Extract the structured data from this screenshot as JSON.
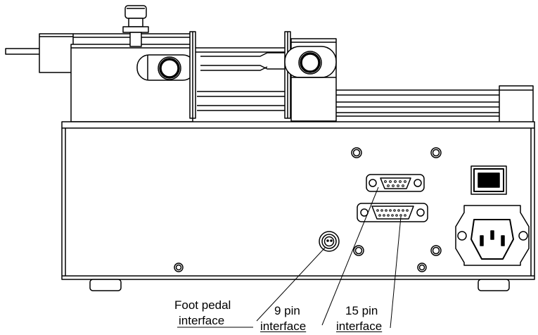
{
  "labels": {
    "foot_pedal_line1": "Foot pedal",
    "foot_pedal_line2": "interface",
    "nine_pin_line1": "9 pin",
    "nine_pin_line2": "interface",
    "fifteen_pin_line1": "15 pin",
    "fifteen_pin_line2": "interface"
  },
  "colors": {
    "stroke": "#000000",
    "fill": "#ffffff"
  }
}
